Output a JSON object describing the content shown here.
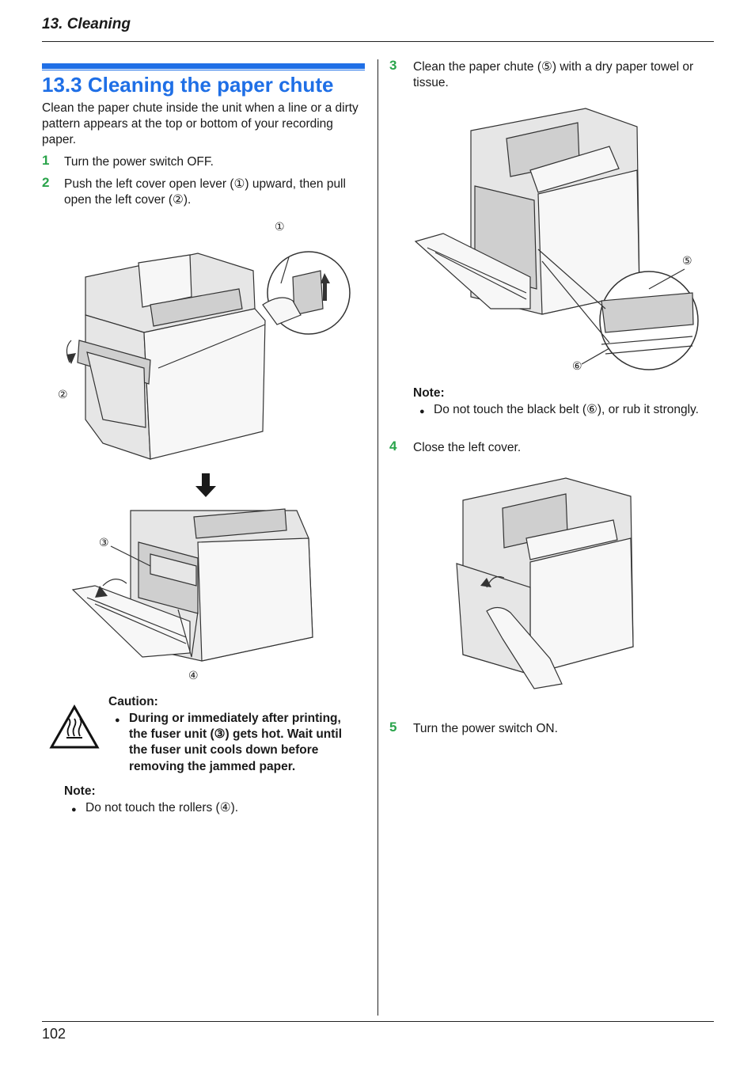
{
  "header": {
    "chapter": "13. Cleaning"
  },
  "section": {
    "title": "13.3 Cleaning the paper chute",
    "intro": "Clean the paper chute inside the unit when a line or a dirty pattern appears at the top or bottom of your recording paper."
  },
  "steps": [
    {
      "num": "1",
      "text": "Turn the power switch OFF."
    },
    {
      "num": "2",
      "line1": "Push the left cover open lever (①) upward, then pull",
      "line2": "open the left cover (②)."
    },
    {
      "num": "3",
      "line1": "Clean the paper chute (⑤) with a dry paper towel or",
      "line2": "tissue."
    },
    {
      "num": "4",
      "text": "Close the left cover."
    },
    {
      "num": "5",
      "text": "Turn the power switch ON."
    }
  ],
  "callouts": {
    "c1": "①",
    "c2": "②",
    "c3": "③",
    "c4": "④",
    "c5": "⑤",
    "c6": "⑥"
  },
  "caution": {
    "label": "Caution:",
    "line1": "During or immediately after printing,",
    "line2": "the fuser unit (③) gets hot. Wait until",
    "line3": "the fuser unit cools down before",
    "line4": "removing the jammed paper."
  },
  "note_left": {
    "label": "Note:",
    "text": "Do not touch the rollers (④)."
  },
  "note_right": {
    "label": "Note:",
    "text": "Do not touch the black belt (⑥), or rub it strongly."
  },
  "footer": {
    "page_number": "102"
  }
}
